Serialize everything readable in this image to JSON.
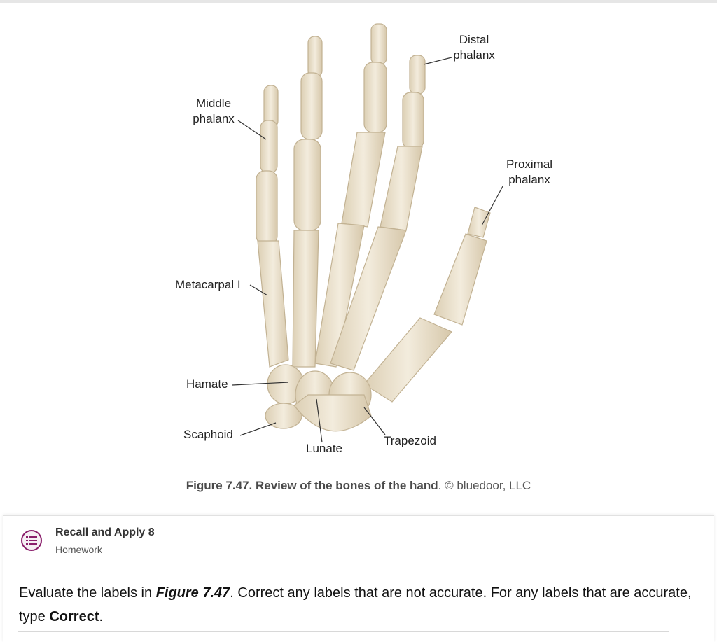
{
  "figure": {
    "labels": {
      "distal": "Distal\nphalanx",
      "middle": "Middle\nphalanx",
      "proximal": "Proximal\nphalanx",
      "metacarpal": "Metacarpal I",
      "hamate": "Hamate",
      "scaphoid": "Scaphoid",
      "lunate": "Lunate",
      "trapezoid": "Trapezoid"
    },
    "caption": {
      "bold": "Figure 7.47. Review of the bones of the hand",
      "rest": ". © bluedoor, LLC"
    }
  },
  "card": {
    "title": "Recall and Apply 8",
    "subtitle": "Homework",
    "badge_icon": "list-icon",
    "accent": "#8a1e6b"
  },
  "question": {
    "part1": "Evaluate the labels in ",
    "emph": "Figure 7.47",
    "part2": ". Correct any labels that are not accurate.  For any labels that are accurate, type ",
    "strong": "Correct",
    "part3": "."
  },
  "colors": {
    "bone": "#ede4d1",
    "bone_edge": "#c9b99c"
  }
}
